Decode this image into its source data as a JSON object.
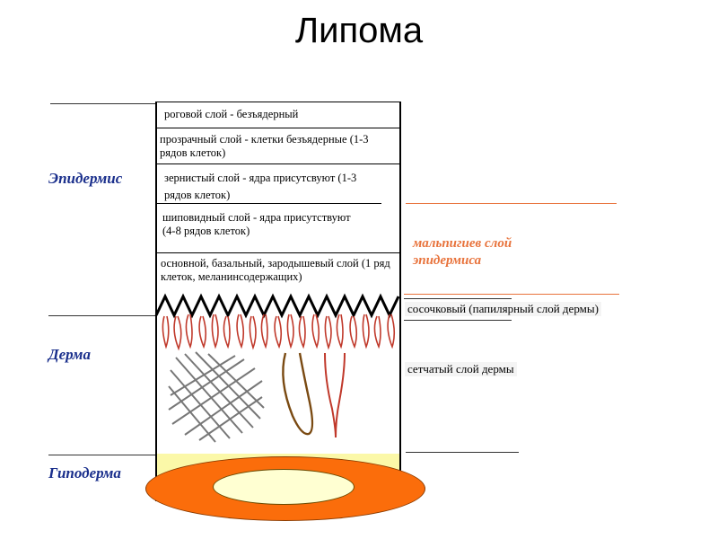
{
  "title": "Липома",
  "regions": {
    "epidermis": "Эпидермис",
    "dermis": "Дерма",
    "hypodermis": "Гиподерма"
  },
  "epidermis_layers": [
    {
      "text": "роговой слой - безъядерный"
    },
    {
      "text": "прозрачный слой - клетки безъядерные (1-3 рядов клеток)"
    },
    {
      "text": "зернистый слой - ядра присутсвуют (1-3 рядов клеток)"
    },
    {
      "text": "шиповидный слой - ядра присутствуют (4-8 рядов клеток)"
    },
    {
      "text": "основной, базальный, зародышевый слой (1 ряд клеток, меланинсодержащих)"
    }
  ],
  "malpighian_label": "мальпигиев слой эпидермиса",
  "dermis_layers": {
    "papillary": "сосочковый (папилярный слой дермы)",
    "reticular": "сетчатый слой дермы"
  },
  "colors": {
    "region_label": "#1a2f8c",
    "malpighian": "#e8733c",
    "hypodermis_fill": "#fbf8a8",
    "lipoma_outer": "#fb6d0b",
    "lipoma_inner": "#ffffd2",
    "vessel": "#c0392b",
    "fiber": "#777777",
    "follicle": "#7a4a12"
  },
  "icons": {
    "lipoma": "orange-ring-ellipse"
  }
}
